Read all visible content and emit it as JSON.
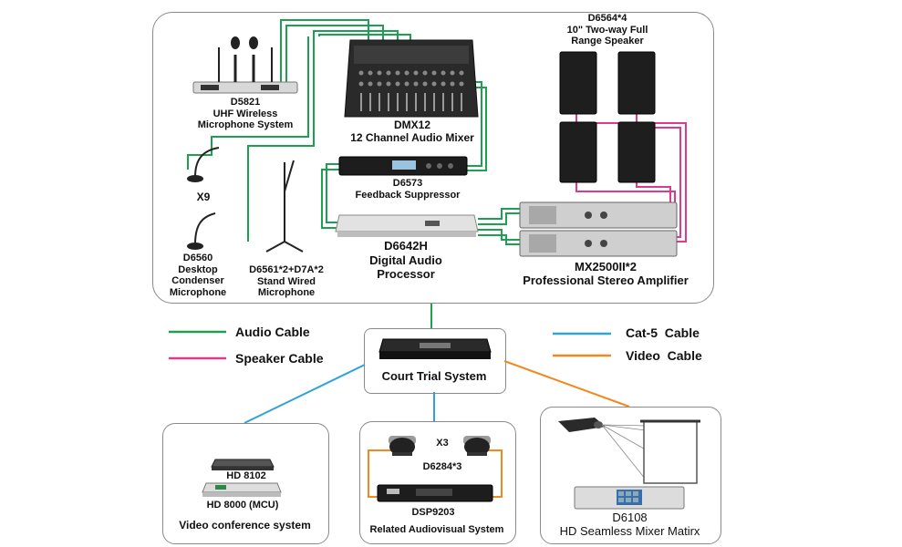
{
  "colors": {
    "audio": "#1fa050",
    "speaker": "#e0388c",
    "cat5": "#2fa3d8",
    "video": "#ef8a1f",
    "box_border": "#8a8a8a"
  },
  "legend": {
    "audio": "Audio Cable",
    "speaker": "Speaker Cable",
    "cat5": "Cat-5  Cable",
    "video": "Video  Cable"
  },
  "devices": {
    "wireless_mic": {
      "model": "D5821",
      "desc1": "UHF Wireless",
      "desc2": "Microphone System"
    },
    "mixer": {
      "model": "DMX12",
      "desc": "12 Channel Audio Mixer"
    },
    "speakers": {
      "model": "D6564*4",
      "desc1": "10\" Two-way Full",
      "desc2": "Range Speaker"
    },
    "suppressor": {
      "model": "D6573",
      "desc": "Feedback Suppressor"
    },
    "processor": {
      "model": "D6642H",
      "desc1": "Digital Audio",
      "desc2": "Processor"
    },
    "amplifier": {
      "model": "MX2500II*2",
      "desc": "Professional Stereo Amplifier"
    },
    "desktop_mic": {
      "count": "X9",
      "model": "D6560",
      "desc1": "Desktop",
      "desc2": "Condenser",
      "desc3": "Microphone"
    },
    "stand_mic": {
      "model": "D6561*2+D7A*2",
      "desc1": "Stand Wired",
      "desc2": "Microphone"
    },
    "court": {
      "label": "Court Trial System"
    },
    "video_conf": {
      "model1": "HD 8102",
      "model2": "HD 8000 (MCU)",
      "label": "Video conference system"
    },
    "av_system": {
      "count": "X3",
      "model": "D6284*3",
      "dsp": "DSP9203",
      "label": "Related Audiovisual System"
    },
    "matrix": {
      "model": "D6108",
      "label": "HD Seamless Mixer Matirx"
    }
  }
}
